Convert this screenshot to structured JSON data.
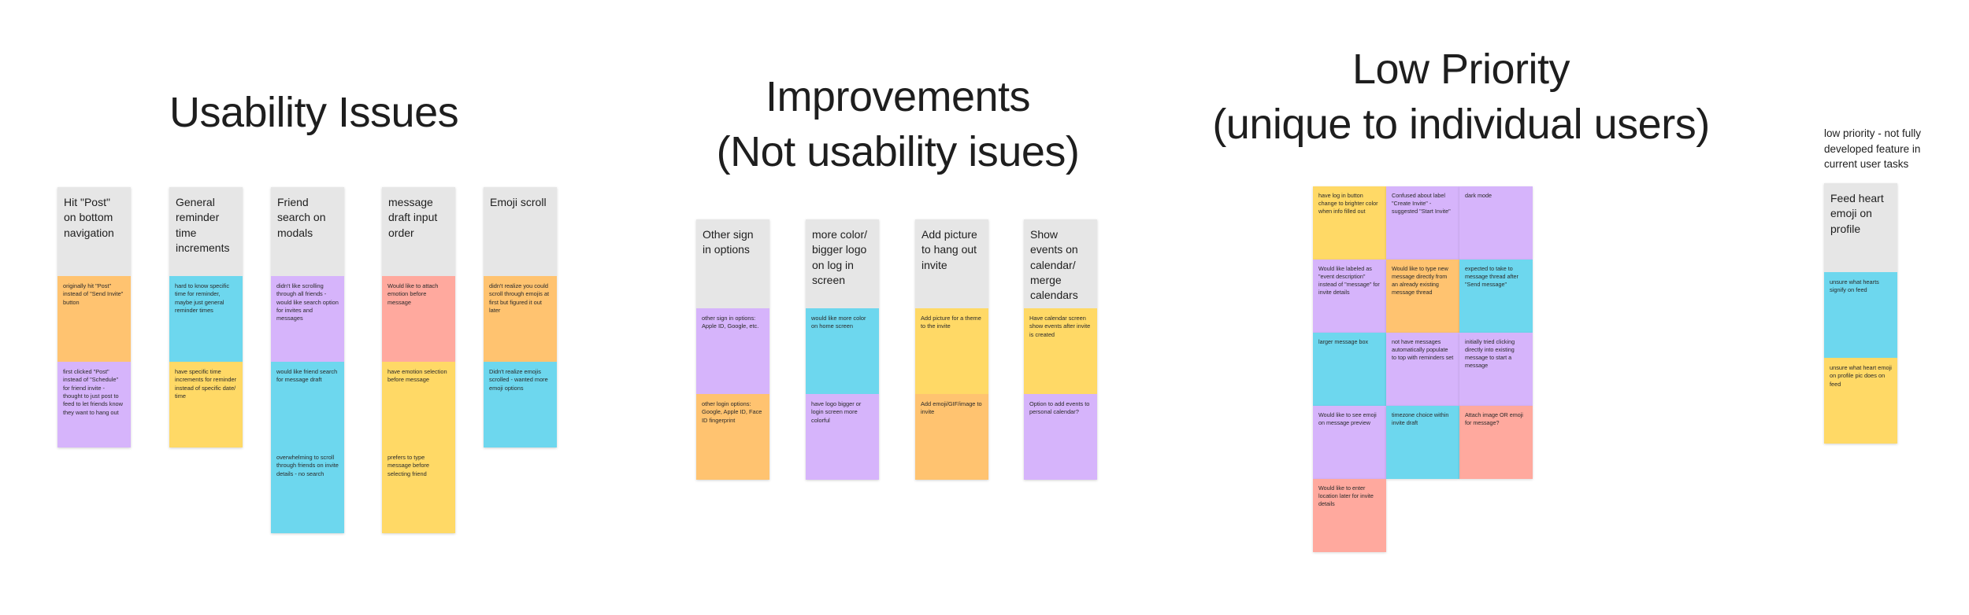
{
  "sections": {
    "usability": {
      "title": "Usability Issues"
    },
    "improvements": {
      "title_line1": "Improvements",
      "title_line2": "(Not usability isues)"
    },
    "low_priority": {
      "title_line1": "Low Priority",
      "title_line2": "(unique to individual users)"
    }
  },
  "side_note": "low priority - not fully developed feature in current user tasks",
  "columns": [
    {
      "header": "Hit \"Post\" on bottom navigation",
      "notes": [
        {
          "text": "originally hit \"Post\" instead of \"Send Invite\" button",
          "color": "orange"
        },
        {
          "text": "first clicked \"Post\" instead of \"Schedule\" for friend invite - thought to just post to feed to let friends know they want to hang out",
          "color": "purple"
        }
      ]
    },
    {
      "header": "General reminder time increments",
      "notes": [
        {
          "text": "hard to know specific time for reminder, maybe just general reminder times",
          "color": "cyan"
        },
        {
          "text": "have specific time increments for reminder instead of specific date/ time",
          "color": "yellow"
        }
      ]
    },
    {
      "header": "Friend search on modals",
      "notes": [
        {
          "text": "didn't like scrolling through all friends - would like search option for invites and messages",
          "color": "purple"
        },
        {
          "text": "would like friend search for message draft",
          "color": "cyan"
        },
        {
          "text": "overwhelming to scroll through friends on invite details - no search",
          "color": "cyan"
        }
      ]
    },
    {
      "header": "message draft input order",
      "notes": [
        {
          "text": "Would like to attach emotion before message",
          "color": "salmon"
        },
        {
          "text": "have emotion selection before message",
          "color": "yellow"
        },
        {
          "text": "prefers to type message before selecting friend",
          "color": "yellow"
        }
      ]
    },
    {
      "header": "Emoji scroll",
      "notes": [
        {
          "text": "didn't realize you could scroll through emojis at first but figured it out later",
          "color": "orange"
        },
        {
          "text": "Didn't realize emojis scrolled - wanted more emoji options",
          "color": "cyan"
        }
      ]
    },
    {
      "header": "Other sign in options",
      "notes": [
        {
          "text": "other sign in options: Apple ID, Google, etc.",
          "color": "purple"
        },
        {
          "text": "other login options: Google, Apple ID, Face ID fingerprint",
          "color": "orange"
        }
      ]
    },
    {
      "header": "more color/ bigger logo on log in screen",
      "notes": [
        {
          "text": "would like more color on home screen",
          "color": "cyan"
        },
        {
          "text": "have logo bigger or login screen more colorful",
          "color": "purple"
        }
      ]
    },
    {
      "header": "Add picture to hang out invite",
      "notes": [
        {
          "text": "Add picture for a theme to the invite",
          "color": "yellow"
        },
        {
          "text": "Add emoji/GIF/image to invite",
          "color": "orange"
        }
      ]
    },
    {
      "header": "Show events on calendar/ merge calendars",
      "notes": [
        {
          "text": "Have calendar screen show events after invite is created",
          "color": "yellow"
        },
        {
          "text": "Option to add events to personal calendar?",
          "color": "purple"
        }
      ]
    },
    {
      "header": "Feed heart emoji on profile",
      "notes": [
        {
          "text": "unsure what hearts signify on feed",
          "color": "cyan"
        },
        {
          "text": "unsure what heart emoji on profile pic does on feed",
          "color": "yellow"
        }
      ]
    }
  ],
  "low_priority_notes": [
    {
      "text": "have log in button change to brighter color when info filled out",
      "color": "yellow"
    },
    {
      "text": "Confused about label \"Create Invite\" - suggested \"Start Invite\"",
      "color": "purple"
    },
    {
      "text": "dark mode",
      "color": "purple"
    },
    {
      "text": "Would like labeled as \"event description\" instead of \"message\" for invite details",
      "color": "purple"
    },
    {
      "text": "Would like to type new message directly from an already existing message thread",
      "color": "orange"
    },
    {
      "text": "expected to take to message thread after \"Send message\"",
      "color": "cyan"
    },
    {
      "text": "larger message box",
      "color": "cyan"
    },
    {
      "text": "not have messages automatically populate to top with reminders set",
      "color": "purple"
    },
    {
      "text": "initially tried clicking directly into existing message to start a message",
      "color": "purple"
    },
    {
      "text": "Would like to see emoji on message preview",
      "color": "purple"
    },
    {
      "text": "timezone choice within invite draft",
      "color": "cyan"
    },
    {
      "text": "Attach image OR emoji for message?",
      "color": "salmon"
    },
    {
      "text": "Would like to enter location later for invite details",
      "color": "salmon"
    }
  ]
}
